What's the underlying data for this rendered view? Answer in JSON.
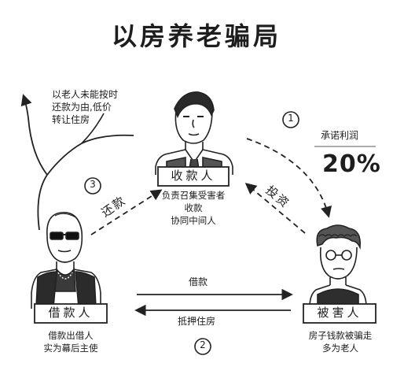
{
  "title": "以房养老骗局",
  "actors": {
    "collector": {
      "role": "收款人",
      "notes": [
        "负责召集受害者",
        "收款",
        "协同中间人"
      ]
    },
    "borrower": {
      "role": "借款人",
      "notes": [
        "借款出借人",
        "实为幕后主使"
      ]
    },
    "victim": {
      "role": "被害人",
      "notes": [
        "房子钱款被骗走",
        "多为老人"
      ]
    }
  },
  "edges": {
    "invest": "投资",
    "repay": "还款",
    "loan": "借款",
    "mortgage": "抵押住房"
  },
  "steps": [
    "1",
    "2",
    "3"
  ],
  "promise": {
    "label": "承诺利润",
    "rate": "20%"
  },
  "outcome_note": [
    "以老人未能按时",
    "还款为由,低价",
    "转让住房"
  ]
}
